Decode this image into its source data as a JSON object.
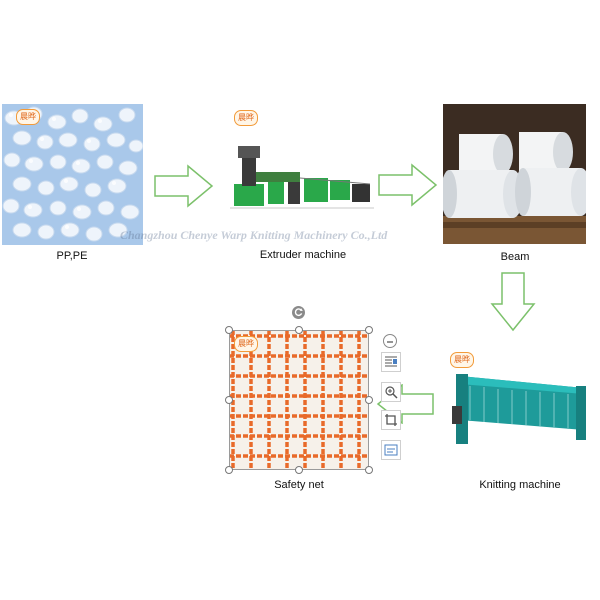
{
  "steps": {
    "raw_material": {
      "label": "PP,PE"
    },
    "extruder": {
      "label": "Extruder machine"
    },
    "beam": {
      "label": "Beam"
    },
    "knitting": {
      "label": "Knitting machine"
    },
    "net": {
      "label": "Safety net"
    }
  },
  "watermark": "Changzhou Chenye Warp Knitting Machinery Co.,Ltd",
  "logo_text": "晨晔",
  "colors": {
    "arrow_stroke": "#7cc16b",
    "net_orange": "#e86a2a",
    "extruder_green": "#2aa84a",
    "machine_teal": "#1e9b9a"
  },
  "icons": [
    "rotate-icon",
    "minus-icon",
    "layout-options-icon",
    "zoom-in-icon",
    "crop-icon",
    "alt-text-icon"
  ]
}
